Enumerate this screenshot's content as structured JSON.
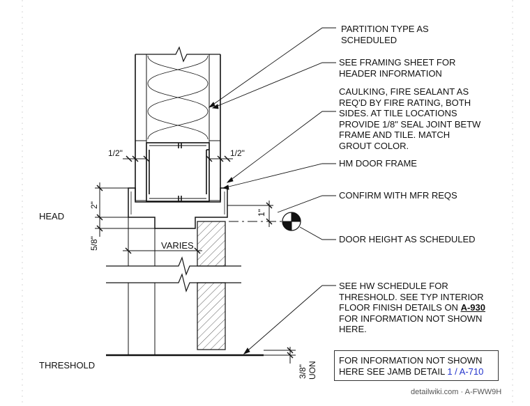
{
  "notes": {
    "partition_type": "PARTITION TYPE AS\nSCHEDULED",
    "framing": "SEE FRAMING SHEET FOR\nHEADER INFORMATION",
    "caulking": "CAULKING, FIRE SEALANT AS\nREQ'D BY FIRE RATING, BOTH\nSIDES. AT TILE LOCATIONS\nPROVIDE 1/8\" SEAL JOINT BETW\nFRAME AND TILE. MATCH\nGROUT COLOR.",
    "hm_frame": "HM DOOR FRAME",
    "confirm": "CONFIRM WITH MFR REQS",
    "door_height": "DOOR HEIGHT AS SCHEDULED",
    "hw_schedule_pre": "SEE HW SCHEDULE FOR\nTHRESHOLD. SEE TYP INTERIOR\nFLOOR FINISH DETAILS ON ",
    "hw_schedule_ref": "A-930",
    "hw_schedule_post": "\nFOR INFORMATION NOT SHOWN\nHERE."
  },
  "labels": {
    "head": "HEAD",
    "threshold": "THRESHOLD",
    "varies": "VARIES"
  },
  "dimensions": {
    "half_left": "1/2\"",
    "half_right": "1/2\"",
    "two_inch": "2\"",
    "one_inch": "1\"",
    "five_eighths": "5/8\"",
    "three_eighths": "3/8\"",
    "uon": "UON"
  },
  "info_box": {
    "line1": "FOR INFORMATION NOT SHOWN",
    "line2": "HERE SEE JAMB DETAIL ",
    "ref": "1 / A-710"
  },
  "watermark": "detailwiki.com · A-FWW9H",
  "colors": {
    "line": "#111111",
    "reference": "#2233cc"
  }
}
